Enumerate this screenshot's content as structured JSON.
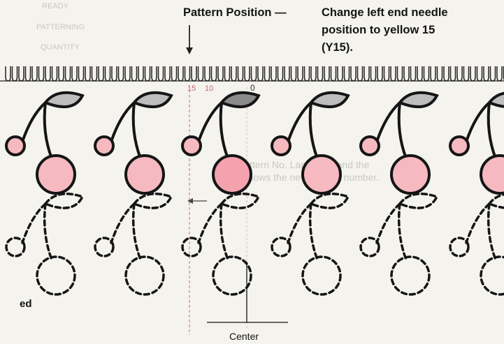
{
  "annotation": {
    "left_label": "Pattern Position —",
    "right_line1": "Change left end needle",
    "right_line2": "position to yellow 15",
    "right_line3": "(Y15)."
  },
  "needle_marks": {
    "red_15": "15",
    "red_10": "10",
    "zero": "0"
  },
  "side_text": {
    "left_fragment": "ed"
  },
  "center_label": "Center",
  "background_ghost": {
    "ready": "READY",
    "patterning": "PATTERNING",
    "quantity": "QUANTITY",
    "message_line1": "The Pattern No. Lamp is lit and the",
    "message_line2": "play shows the new pattern number."
  },
  "colors": {
    "leaf_light": "#bdbdbd",
    "leaf_dark": "#8a8a8a",
    "cherry_pink": "#f6b9c0",
    "cherry_pink_dark": "#f4a2ad",
    "outline": "#151515",
    "marker_red": "#d06a78"
  }
}
